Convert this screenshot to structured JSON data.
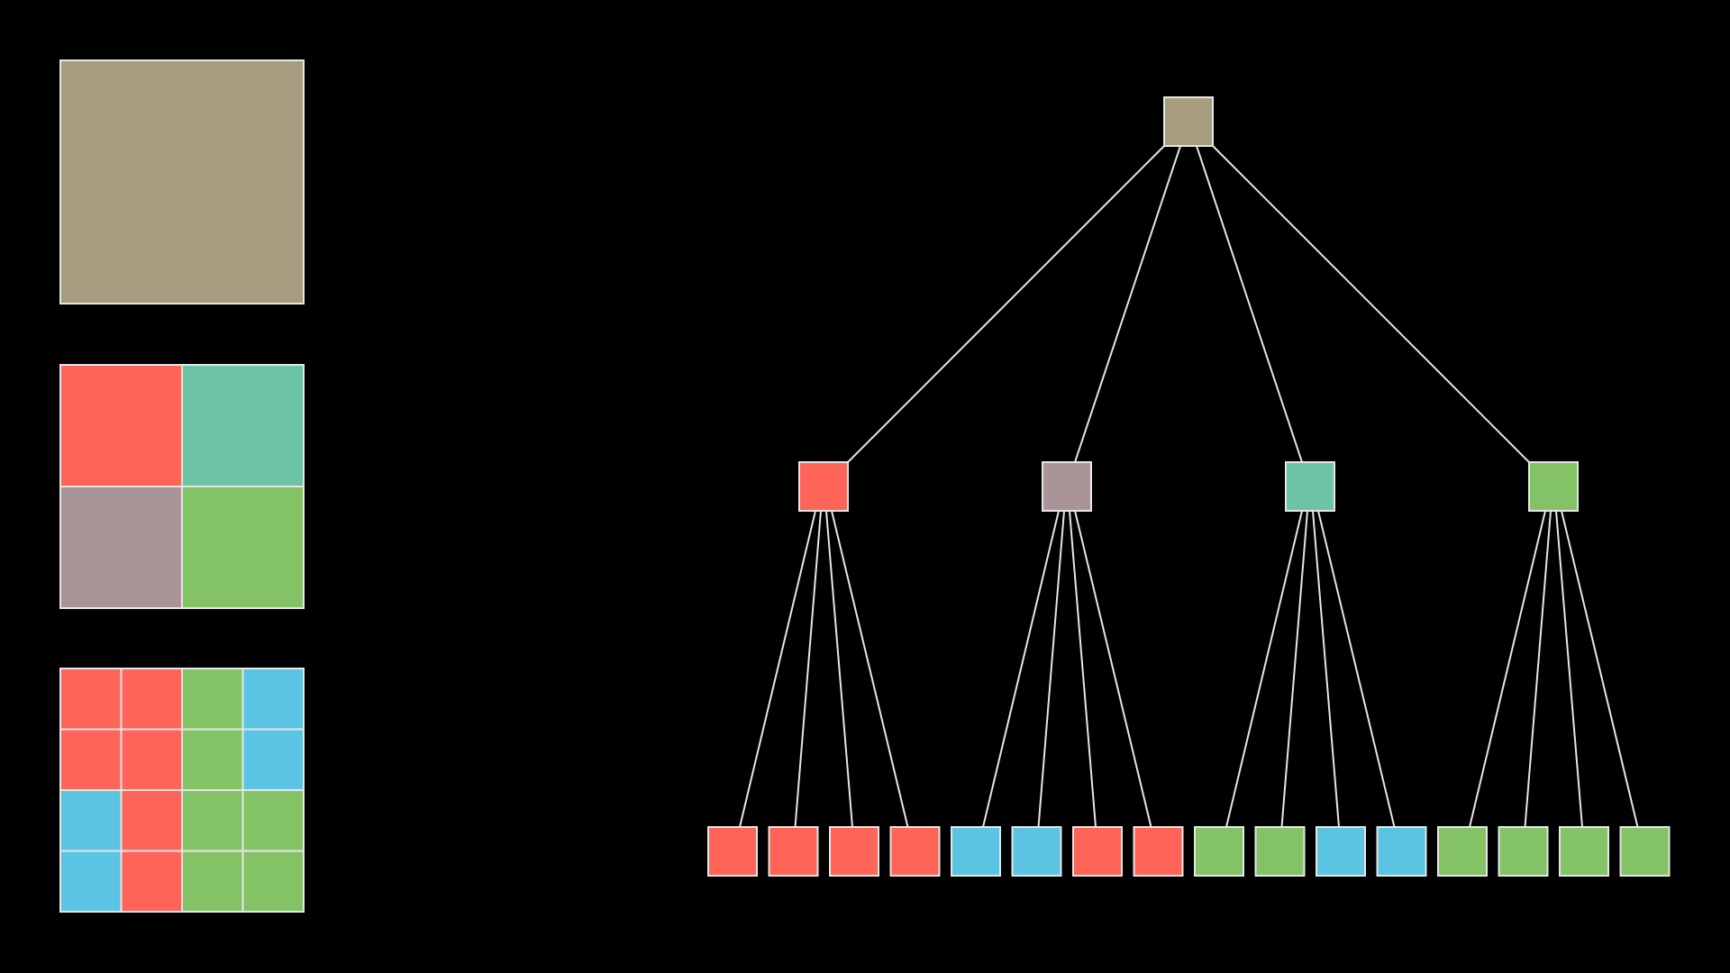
{
  "colors": {
    "background": "#000000",
    "stroke": "#e6e6e6",
    "tan": "#a59d7d",
    "red": "#ff6459",
    "teal": "#6cc4a4",
    "mauve": "#a99498",
    "green": "#84c266",
    "blue": "#5ac4e2"
  },
  "grids": [
    {
      "name": "level-0-grid",
      "size": 1,
      "cells": [
        [
          "tan"
        ]
      ]
    },
    {
      "name": "level-1-grid",
      "size": 2,
      "cells": [
        [
          "red",
          "teal"
        ],
        [
          "mauve",
          "green"
        ]
      ]
    },
    {
      "name": "level-2-grid",
      "size": 4,
      "cells": [
        [
          "red",
          "red",
          "green",
          "blue"
        ],
        [
          "red",
          "red",
          "green",
          "blue"
        ],
        [
          "blue",
          "red",
          "green",
          "green"
        ],
        [
          "blue",
          "red",
          "green",
          "green"
        ]
      ]
    }
  ],
  "tree": {
    "root": "tan",
    "children": [
      {
        "color": "red",
        "children": [
          "red",
          "red",
          "red",
          "red"
        ]
      },
      {
        "color": "mauve",
        "children": [
          "blue",
          "blue",
          "red",
          "red"
        ]
      },
      {
        "color": "teal",
        "children": [
          "green",
          "green",
          "blue",
          "blue"
        ]
      },
      {
        "color": "green",
        "children": [
          "green",
          "green",
          "green",
          "green"
        ]
      }
    ]
  }
}
